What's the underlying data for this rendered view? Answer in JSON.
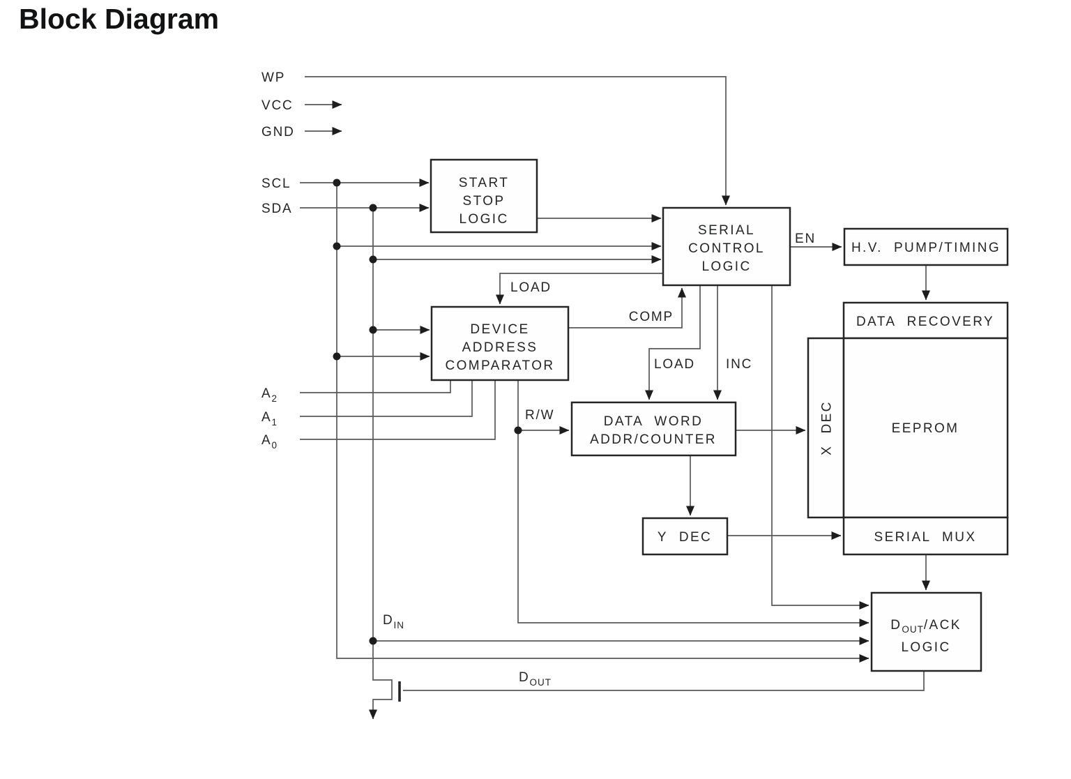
{
  "title": "Block Diagram",
  "pins": {
    "wp": "WP",
    "vcc": "VCC",
    "gnd": "GND",
    "scl": "SCL",
    "sda": "SDA",
    "a2": {
      "base": "A",
      "sub": "2"
    },
    "a1": {
      "base": "A",
      "sub": "1"
    },
    "a0": {
      "base": "A",
      "sub": "0"
    }
  },
  "blocks": {
    "start_stop_logic": {
      "lines": [
        "START",
        "STOP",
        "LOGIC"
      ]
    },
    "serial_control_logic": {
      "lines": [
        "SERIAL",
        "CONTROL",
        "LOGIC"
      ]
    },
    "hv_pump_timing": {
      "label": "H.V. PUMP/TIMING"
    },
    "data_recovery": {
      "label": "DATA RECOVERY"
    },
    "eeprom": {
      "label": "EEPROM"
    },
    "x_dec": {
      "label": "X DEC"
    },
    "device_address_comparator": {
      "lines": [
        "DEVICE",
        "ADDRESS",
        "COMPARATOR"
      ]
    },
    "data_word_addr_counter": {
      "lines": [
        "DATA WORD",
        "ADDR/COUNTER"
      ]
    },
    "y_dec": {
      "label": "Y DEC"
    },
    "serial_mux": {
      "label": "SERIAL MUX"
    },
    "dout_ack_logic": {
      "line1_pre": "D",
      "line1_sub": "OUT",
      "line1_post": "/ACK",
      "line2": "LOGIC"
    }
  },
  "signals": {
    "load_upper": "LOAD",
    "load_lower": "LOAD",
    "comp": "COMP",
    "inc": "INC",
    "en": "EN",
    "rw": "R/W",
    "din": {
      "base": "D",
      "sub": "IN"
    },
    "dout": {
      "base": "D",
      "sub": "OUT"
    }
  },
  "colors": {
    "wire": "#56585a",
    "border": "#232527",
    "text": "#232527",
    "background": "#ffffff"
  }
}
